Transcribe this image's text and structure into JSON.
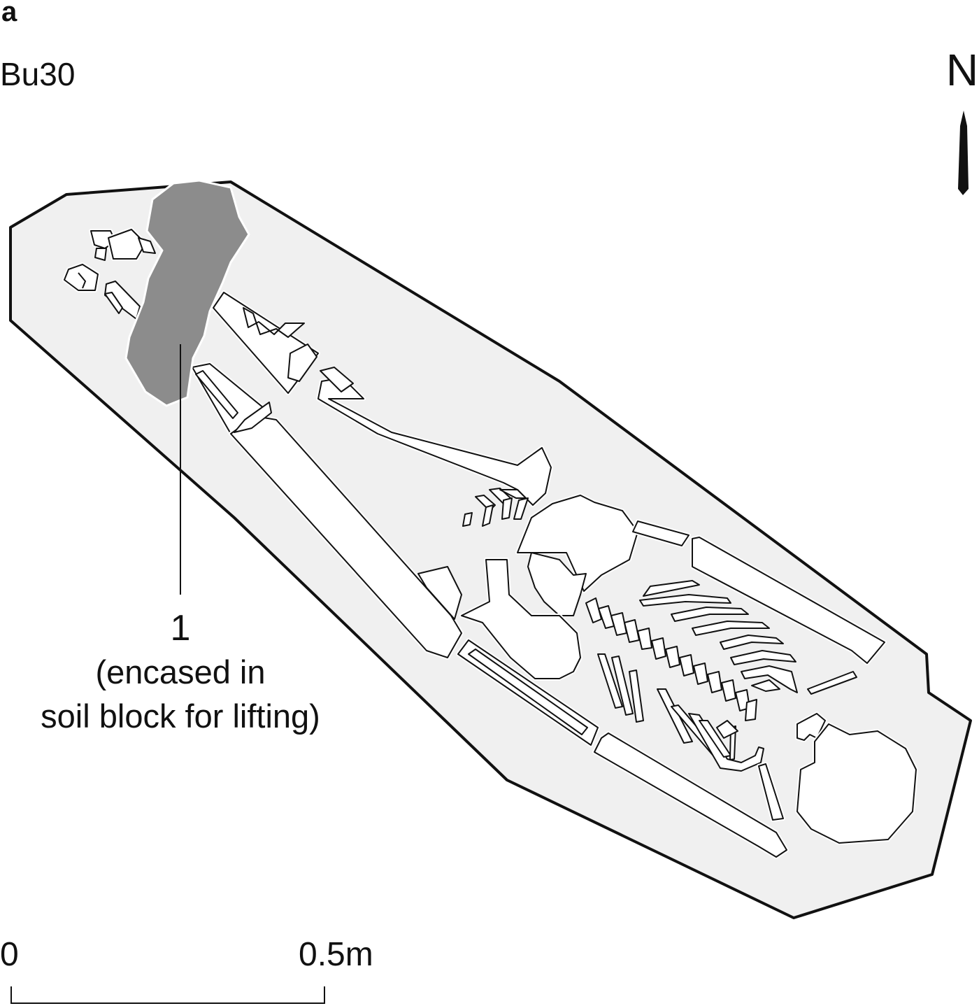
{
  "figure": {
    "panel_label": "a",
    "burial_code": "Bu30",
    "north_label": "N",
    "callout": {
      "number": "1",
      "line1": "(encased in",
      "line2": "soil block for lifting)"
    },
    "scale_bar": {
      "start_label": "0",
      "end_label": "0.5m"
    }
  },
  "colors": {
    "grave_fill": "#f0f0f0",
    "soil_block_fill": "#8c8c8c",
    "bone_fill": "#ffffff",
    "outline": "#111111"
  }
}
